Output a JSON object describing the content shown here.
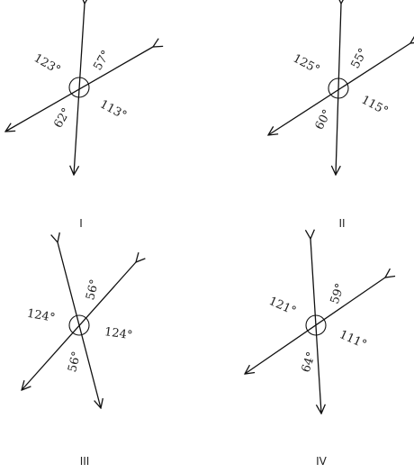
{
  "figures": [
    {
      "id": "I",
      "label": "I",
      "angles": {
        "top_left": "123°",
        "top_right": "57°",
        "bottom_left": "62°",
        "bottom_right": "113°"
      }
    },
    {
      "id": "II",
      "label": "II",
      "angles": {
        "top_left": "125°",
        "top_right": "55°",
        "bottom_left": "60°",
        "bottom_right": "115°"
      }
    },
    {
      "id": "III",
      "label": "III",
      "angles": {
        "top_left": "124°",
        "top_right": "56°",
        "bottom_left": "56°",
        "bottom_right": "124°"
      }
    },
    {
      "id": "IV",
      "label": "IV",
      "angles": {
        "top_left": "121°",
        "top_right": "59°",
        "bottom_left": "64°",
        "bottom_right": "111°"
      }
    }
  ]
}
